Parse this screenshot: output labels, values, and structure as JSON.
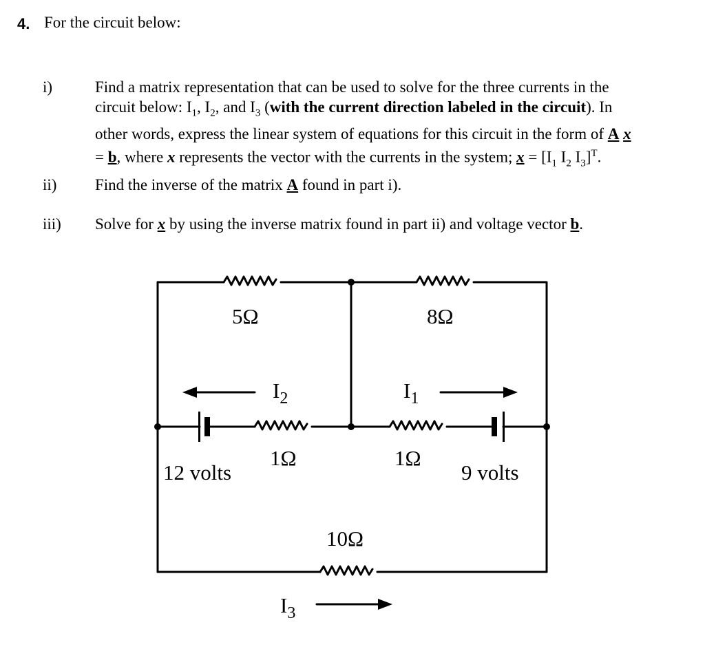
{
  "question": {
    "number": "4.",
    "intro": "For the circuit below:"
  },
  "parts": [
    {
      "label": "i)",
      "line1": "Find a matrix representation that can be used to solve for the three currents in the",
      "line2a": "circuit below: I",
      "sub1": "1",
      "line2b": ", I",
      "sub2": "2",
      "line2c": ", and I",
      "sub3": "3",
      "line2d": " (",
      "line2bold": "with the current direction labeled in the circuit",
      "line2e": "). In",
      "line3a": "other words, express the linear system of equations for this circuit in the form of ",
      "line3A": "A",
      "line3x": "x",
      "line4a": "= ",
      "line4b": "b",
      "line4c": ", where ",
      "line4x": "x",
      "line4d": " represents the vector with the currents in the system; ",
      "line4x2": "x",
      "line4e": " = [I",
      "line4s1": "1",
      "line4f": " I",
      "line4s2": "2",
      "line4g": " I",
      "line4s3": "3",
      "line4h": "]",
      "line4T": "T",
      "line4i": "."
    },
    {
      "label": "ii)",
      "texta": "Find the inverse of the matrix ",
      "textA": "A",
      "textb": " found in part i)."
    },
    {
      "label": "iii)",
      "texta": "Solve for ",
      "textx": "x",
      "textb": " by using the inverse matrix found in part ii) and voltage vector ",
      "textv": "b",
      "textc": "."
    }
  ],
  "circuit": {
    "r_top_left": "5Ω",
    "r_top_right": "8Ω",
    "r_mid_left": "1Ω",
    "r_mid_right": "1Ω",
    "r_bottom": "10Ω",
    "battery_left": "12 volts",
    "battery_right": "9 volts",
    "current1": "I",
    "current1_sub": "1",
    "current2": "I",
    "current2_sub": "2",
    "current3": "I",
    "current3_sub": "3"
  }
}
